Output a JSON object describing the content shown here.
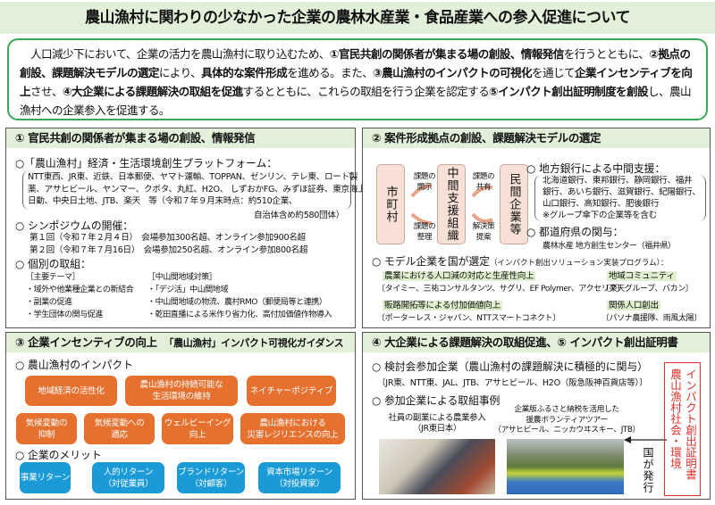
{
  "title": "農山漁村に関わりの少なかった企業の農林水産業・食品産業への参入促進について",
  "intro": [
    {
      "t": "　人口減少下において、企業の活力を農山漁村に取り込むため、",
      "b": false
    },
    {
      "t": "①官民共創の関係者が集まる場の創設、情報発信",
      "b": true
    },
    {
      "t": "を行うとともに、",
      "b": false
    },
    {
      "t": "②拠点の創設、課題解決モデルの選定",
      "b": true
    },
    {
      "t": "により、",
      "b": false
    },
    {
      "t": "具体的な案件形成",
      "b": true
    },
    {
      "t": "を進める。また、",
      "b": false
    },
    {
      "t": "③農山漁村のインパクトの可視化",
      "b": true
    },
    {
      "t": "を通じて",
      "b": false
    },
    {
      "t": "企業インセンティブを向上",
      "b": true
    },
    {
      "t": "させ、",
      "b": false
    },
    {
      "t": "④大企業による課題解決の取組を促進",
      "b": true
    },
    {
      "t": "するとともに、これらの取組を行う企業を認定する",
      "b": false
    },
    {
      "t": "⑤インパクト創出証明制度を創設",
      "b": true
    },
    {
      "t": "し、農山漁村への企業参入を促進する。",
      "b": false
    }
  ],
  "p1": {
    "header": "① 官民共創の関係者が集まる場の創設、情報発信",
    "platform": "○「農山漁村」経済・生活環境創生プラットフォーム：",
    "members": [
      "NTT東西、JR東、近鉄、日本郵便、ヤマト運輸、TOPPAN、ゼンリン、テレ東、ロート製",
      "薬、アサヒビール、ヤンマー、クボタ、丸紅、H2O、 しずおかFG、みずほ証券、東京海上",
      "日動、中央日土地、JTB、楽天　等（令和７年９月末時点：約510企業、",
      "自治体含め約580団体）"
    ],
    "symposium": "○ シンポジウムの開催：",
    "sessions": [
      "第１回（令和７年２月４日）　会場参加300名超、オンライン参加900名超",
      "第２回（令和７年７月16日）　会場参加250名超、オンライン参加800名超"
    ],
    "individual": "○ 個別の取組：",
    "themes_head": "［主要テーマ］",
    "themes": [
      "・域外や他業種企業との新結合",
      "・副業の促進",
      "・学生団体の関与促進"
    ],
    "mountain_head": "［中山間地域対策］",
    "mountain": [
      "・「デジ活」中山間地域",
      "・中山間地域の物流、農村RMO（郵便局等と連携）",
      "・乾田直播による米作り省力化、高付加価値作物導入"
    ]
  },
  "p2": {
    "header": "② 案件形成拠点の創設、課題解決モデルの選定",
    "diagram": {
      "left": "市町村",
      "center": "中間支援組織",
      "right": "民間企業等",
      "l_top": "課題の\n開示",
      "l_bottom": "課題の\n整理",
      "r_top": "課題の\n共有",
      "r_bottom": "解決策\n提案",
      "arrow_color": "#e8a48a"
    },
    "banks_head": "○ 地方銀行による中間支援：",
    "banks": [
      "北海道銀行、東邦銀行、静岡銀行、福井",
      "銀行、あいち銀行、滋賀銀行、紀陽銀行、",
      "山口銀行、高知銀行、肥後銀行",
      "※グループ傘下の企業等を含む"
    ],
    "pref_head": "○ 都道府県の関与：",
    "pref": "農林水産 地方創生センター（福井県）",
    "model_head": "○ モデル企業を国が選定",
    "model_sub": "（インパクト創出ソリューション実装プログラム）：",
    "models": [
      {
        "label": "農業における人口減の対応と生産性向上",
        "companies": "〔タイミー、三祐コンサルタンツ、サグリ、EF Polymer、アクセリア〕"
      },
      {
        "label": "販路開拓等による付加価値向上",
        "companies": "〔ポーターレス・ジャパン、NTTスマートコネクト〕"
      },
      {
        "label": "地域コミュニティ",
        "companies": "〔楽天グループ、バカン〕"
      },
      {
        "label": "関係人口創出",
        "companies": "〔パソナ農援隊、雨風太陽〕"
      }
    ]
  },
  "p3": {
    "header": "③ 企業インセンティブの向上",
    "header_sub": "「農山漁村」インパクト可視化ガイダンス",
    "impact_head": "○ 農山漁村のインパクト",
    "impacts": [
      "地域経済の活性化",
      "農山漁村の持続可能な\n生活環境の維持",
      "ネイチャーポジティブ",
      "気候変動の\n抑制",
      "気候変動への\n適応",
      "ウェルビーイング\n向上",
      "農山漁村における\n災害レジリエンスの向上"
    ],
    "merit_head": "○ 企業のメリット",
    "merits": [
      "事業リターン",
      "人的リターン\n（対従業員）",
      "ブランドリターン\n（対顧客）",
      "資本市場リターン\n（対投資家）"
    ],
    "impact_color": "#e6712f",
    "merit_color": "#1a9ad6"
  },
  "p4": {
    "header": "④ 大企業による課題解決の取組促進、⑤ インパクト創出証明書",
    "council_head": "○ 検討会参加企業（農山漁村の課題解決に積極的に関与）",
    "council": "〔JR東、NTT東、JAL、JTB、アサヒビール、H2O（阪急阪神百貨店等）〕",
    "cases_head": "○ 参加企業による取組事例",
    "case1": "社員の副業による農業参入\n（JR東日本）",
    "case2": "企業版ふるさと納税を活用した\n援農ボランティアツアー\n（アサヒビール、ニッカウヰスキー、JTB）",
    "issued": "国が発行",
    "cert": [
      "農山漁村社会・環境",
      "インパクト創出証明書"
    ],
    "cert_color": "#e0312c"
  }
}
